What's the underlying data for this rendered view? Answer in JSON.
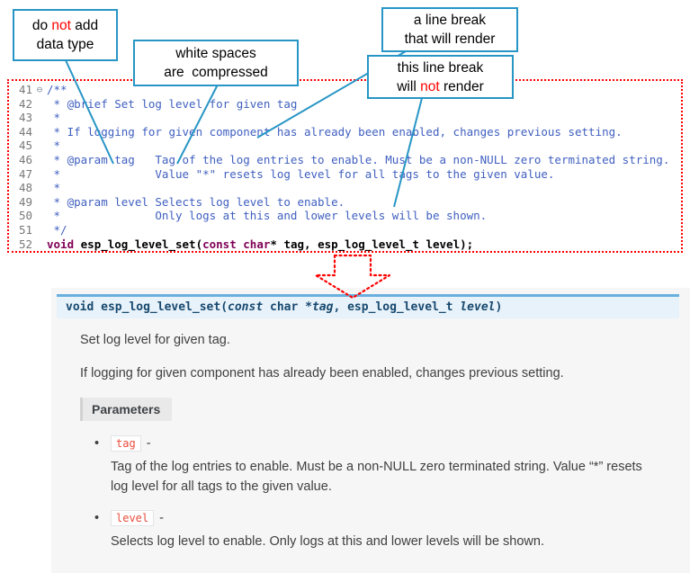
{
  "colors": {
    "callout_border": "#2795c5",
    "annotation_red": "#ff0000",
    "comment": "#3f5fbf",
    "keyword": "#7f0055",
    "line_number": "#787878",
    "sig_bg": "#e7f2fa",
    "sig_border": "#6ab0de",
    "sig_text": "#17486e",
    "inline_code": "#e74c3c",
    "body_text": "#404040",
    "panel_bg": "#f6f6f6"
  },
  "callouts": [
    {
      "id": "c1",
      "name": "callout-no-data-type",
      "lines": [
        [
          {
            "t": "do "
          },
          {
            "t": "not",
            "red": true
          },
          {
            "t": " add"
          }
        ],
        [
          {
            "t": "data type"
          }
        ]
      ]
    },
    {
      "id": "c2",
      "name": "callout-whitespace-compressed",
      "lines": [
        [
          {
            "t": "white spaces"
          }
        ],
        [
          {
            "t": "are  compressed"
          }
        ]
      ]
    },
    {
      "id": "c3",
      "name": "callout-line-break-renders",
      "lines": [
        [
          {
            "t": "a line break"
          }
        ],
        [
          {
            "t": "that will render"
          }
        ]
      ]
    },
    {
      "id": "c4",
      "name": "callout-line-break-not-render",
      "lines": [
        [
          {
            "t": "this line break"
          }
        ],
        [
          {
            "t": "will "
          },
          {
            "t": "not",
            "red": true
          },
          {
            "t": " render"
          }
        ]
      ]
    }
  ],
  "editor": {
    "fold_glyph": "⊖",
    "lines": [
      {
        "num": "41",
        "fold": true,
        "tokens": [
          {
            "c": "cmt",
            "t": "/**"
          }
        ]
      },
      {
        "num": "42",
        "tokens": [
          {
            "c": "cmt",
            "t": " * @brief Set log level for given tag"
          }
        ]
      },
      {
        "num": "43",
        "tokens": [
          {
            "c": "cmt",
            "t": " *"
          }
        ]
      },
      {
        "num": "44",
        "tokens": [
          {
            "c": "cmt",
            "t": " * If logging for given component has already been enabled, changes previous setting."
          }
        ]
      },
      {
        "num": "45",
        "tokens": [
          {
            "c": "cmt",
            "t": " *"
          }
        ]
      },
      {
        "num": "46",
        "tokens": [
          {
            "c": "cmt",
            "t": " * @param tag   Tag of the log entries to enable. Must be a non-NULL zero terminated string."
          }
        ]
      },
      {
        "num": "47",
        "tokens": [
          {
            "c": "cmt",
            "t": " *              Value \"*\" resets log level for all tags to the given value."
          }
        ]
      },
      {
        "num": "48",
        "tokens": [
          {
            "c": "cmt",
            "t": " *"
          }
        ]
      },
      {
        "num": "49",
        "tokens": [
          {
            "c": "cmt",
            "t": " * @param level Selects log level to enable."
          }
        ]
      },
      {
        "num": "50",
        "tokens": [
          {
            "c": "cmt",
            "t": " *              Only logs at this and lower levels will be shown."
          }
        ]
      },
      {
        "num": "51",
        "tokens": [
          {
            "c": "cmt",
            "t": " */"
          }
        ]
      },
      {
        "num": "52",
        "tokens": [
          {
            "c": "kw",
            "t": "void"
          },
          {
            "c": "plain",
            "t": " "
          },
          {
            "c": "fn",
            "t": "esp_log_level_set"
          },
          {
            "c": "plain",
            "t": "("
          },
          {
            "c": "kw",
            "t": "const"
          },
          {
            "c": "plain",
            "t": " "
          },
          {
            "c": "kw",
            "t": "char"
          },
          {
            "c": "plain",
            "t": "* tag, esp_log_level_t level);"
          }
        ]
      }
    ]
  },
  "docs": {
    "signature": {
      "segments": [
        {
          "s": "kw",
          "t": "void "
        },
        {
          "s": "name",
          "t": "esp_log_level_set"
        },
        {
          "s": "p",
          "t": "("
        },
        {
          "s": "kwi",
          "t": "const"
        },
        {
          "s": "p",
          "t": " char *"
        },
        {
          "s": "param",
          "t": "tag"
        },
        {
          "s": "p",
          "t": ", esp_log_level_t "
        },
        {
          "s": "param",
          "t": "level"
        },
        {
          "s": "p",
          "t": ")"
        }
      ]
    },
    "para1": "Set log level for given tag.",
    "para2": "If logging for given component has already been enabled, changes previous setting.",
    "parameters_label": "Parameters",
    "params": [
      {
        "name": "tag",
        "sep": "-",
        "desc": "Tag of the log entries to enable. Must be a non-NULL zero terminated string. Value “*” resets log level for all tags to the given value."
      },
      {
        "name": "level",
        "sep": "-",
        "desc": "Selects log level to enable. Only logs at this and lower levels will be shown."
      }
    ]
  }
}
